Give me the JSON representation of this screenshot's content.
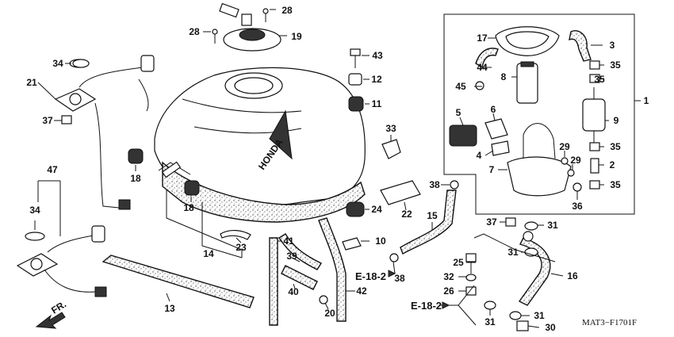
{
  "callouts": [
    {
      "id": "c28a",
      "text": "28"
    },
    {
      "id": "c28b",
      "text": "28"
    },
    {
      "id": "c19",
      "text": "19"
    },
    {
      "id": "c34a",
      "text": "34"
    },
    {
      "id": "c21",
      "text": "21"
    },
    {
      "id": "c37a",
      "text": "37"
    },
    {
      "id": "c43",
      "text": "43"
    },
    {
      "id": "c12",
      "text": "12"
    },
    {
      "id": "c11",
      "text": "11"
    },
    {
      "id": "c33",
      "text": "33"
    },
    {
      "id": "c18a",
      "text": "18"
    },
    {
      "id": "c18b",
      "text": "18"
    },
    {
      "id": "c47",
      "text": "47"
    },
    {
      "id": "c34b",
      "text": "34"
    },
    {
      "id": "c14",
      "text": "14"
    },
    {
      "id": "c23",
      "text": "23"
    },
    {
      "id": "c24",
      "text": "24"
    },
    {
      "id": "c22",
      "text": "22"
    },
    {
      "id": "c38a",
      "text": "38"
    },
    {
      "id": "c15",
      "text": "15"
    },
    {
      "id": "c10",
      "text": "10"
    },
    {
      "id": "c41",
      "text": "41"
    },
    {
      "id": "c39",
      "text": "39"
    },
    {
      "id": "c40",
      "text": "40"
    },
    {
      "id": "c42",
      "text": "42"
    },
    {
      "id": "c20",
      "text": "20"
    },
    {
      "id": "c38b",
      "text": "38"
    },
    {
      "id": "c13",
      "text": "13"
    },
    {
      "id": "c17",
      "text": "17"
    },
    {
      "id": "c3",
      "text": "3"
    },
    {
      "id": "c44",
      "text": "44"
    },
    {
      "id": "c35a",
      "text": "35"
    },
    {
      "id": "c8",
      "text": "8"
    },
    {
      "id": "c35b",
      "text": "35"
    },
    {
      "id": "c45",
      "text": "45"
    },
    {
      "id": "c1",
      "text": "1"
    },
    {
      "id": "c5",
      "text": "5"
    },
    {
      "id": "c6",
      "text": "6"
    },
    {
      "id": "c9",
      "text": "9"
    },
    {
      "id": "c4",
      "text": "4"
    },
    {
      "id": "c29a",
      "text": "29"
    },
    {
      "id": "c35c",
      "text": "35"
    },
    {
      "id": "c29b",
      "text": "29"
    },
    {
      "id": "c2",
      "text": "2"
    },
    {
      "id": "c7",
      "text": "7"
    },
    {
      "id": "c35d",
      "text": "35"
    },
    {
      "id": "c36",
      "text": "36"
    },
    {
      "id": "c37b",
      "text": "37"
    },
    {
      "id": "c31a",
      "text": "31"
    },
    {
      "id": "c25",
      "text": "25"
    },
    {
      "id": "c31b",
      "text": "31"
    },
    {
      "id": "c32",
      "text": "32"
    },
    {
      "id": "c16",
      "text": "16"
    },
    {
      "id": "c26",
      "text": "26"
    },
    {
      "id": "c31c",
      "text": "31"
    },
    {
      "id": "c31d",
      "text": "31"
    },
    {
      "id": "c30",
      "text": "30"
    }
  ],
  "references": [
    {
      "id": "ref1",
      "text": "E-18-2"
    },
    {
      "id": "ref2",
      "text": "E-18-2"
    }
  ],
  "direction_label": "FR.",
  "tank_brand": "HONDA",
  "diagram_code": "MAT3−F1701F"
}
